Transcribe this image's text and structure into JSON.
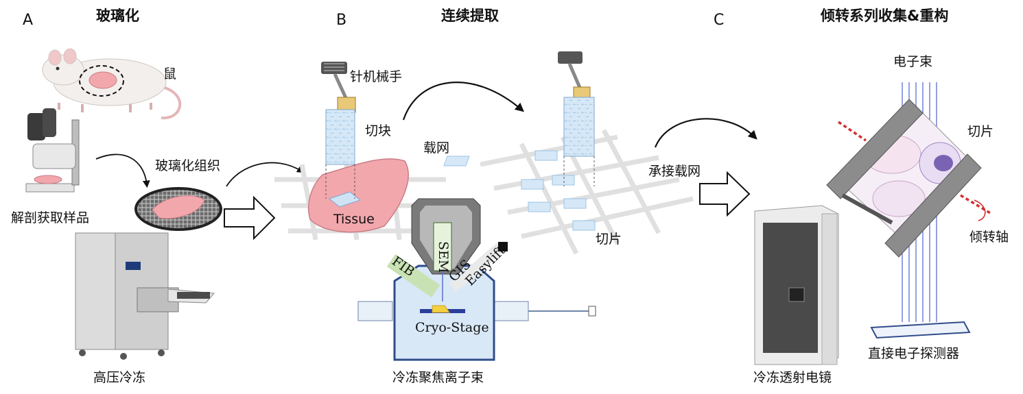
{
  "panels": {
    "a": {
      "letter": "A",
      "title": "玻璃化"
    },
    "b": {
      "letter": "B",
      "title": "连续提取"
    },
    "c": {
      "letter": "C",
      "title": "倾转系列收集&重构"
    }
  },
  "labels": {
    "mouse": "鼠",
    "dissect": "解剖获取样品",
    "vitrified_tissue": "玻璃化组织",
    "hpf": "高压冷冻",
    "manipulator": "针机械手",
    "chunk": "切块",
    "grid": "载网",
    "tissue": "Tissue",
    "lamella_b": "切片",
    "fib": "FIB",
    "sem": "SEM",
    "easylift": "Easylift",
    "gis": "GIS",
    "cryo_stage": "Cryo-Stage",
    "fib_sem": "冷冻聚焦离子束",
    "receiver_grid": "承接载网",
    "electron_beam": "电子束",
    "lamella_c": "切片",
    "tilt_axis": "倾转轴",
    "detector": "直接电子探测器",
    "cryo_tem": "冷冻透射电镜"
  },
  "colors": {
    "tissue_pink": "#f2a7ad",
    "ice_blue": "#d6e8f7",
    "beam_blue": "#5b6fd1",
    "fib_green": "#dcefd0",
    "chamber_blue": "#d9e8f7",
    "tilt_red": "#d32f2f"
  }
}
